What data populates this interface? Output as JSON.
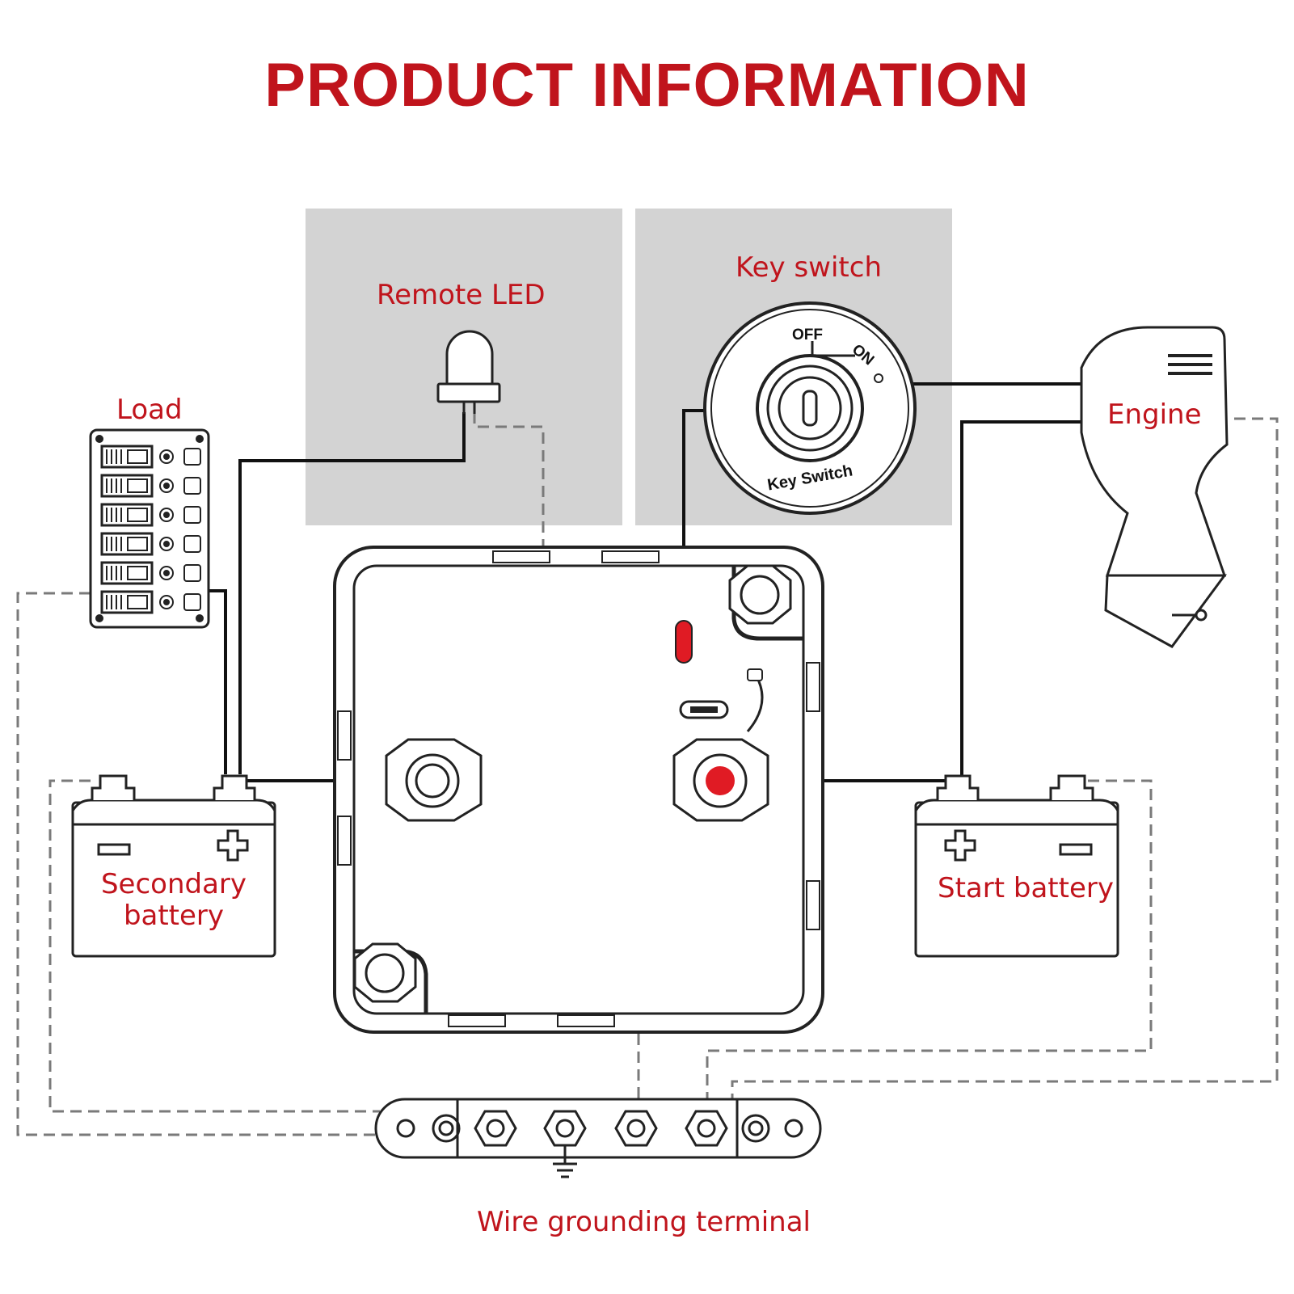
{
  "title": "PRODUCT INFORMATION",
  "labels": {
    "remote_led": "Remote LED",
    "key_switch": "Key switch",
    "load": "Load",
    "engine": "Engine",
    "secondary_battery_line1": "Secondary",
    "secondary_battery_line2": "battery",
    "start_battery": "Start battery",
    "wire_grounding_terminal": "Wire grounding terminal"
  },
  "key_switch_face": {
    "off": "OFF",
    "on": "ON",
    "brand": "Key Switch"
  },
  "colors": {
    "label_red": "#c0141c",
    "panel_gray": "#d3d3d3",
    "line": "#111111",
    "dashed": "#7a7a7a",
    "indicator_red": "#e01b24"
  },
  "icons": [
    "led-icon",
    "key-switch-icon",
    "fuse-panel-icon",
    "outboard-engine-icon",
    "battery-icon",
    "ground-symbol-icon"
  ]
}
